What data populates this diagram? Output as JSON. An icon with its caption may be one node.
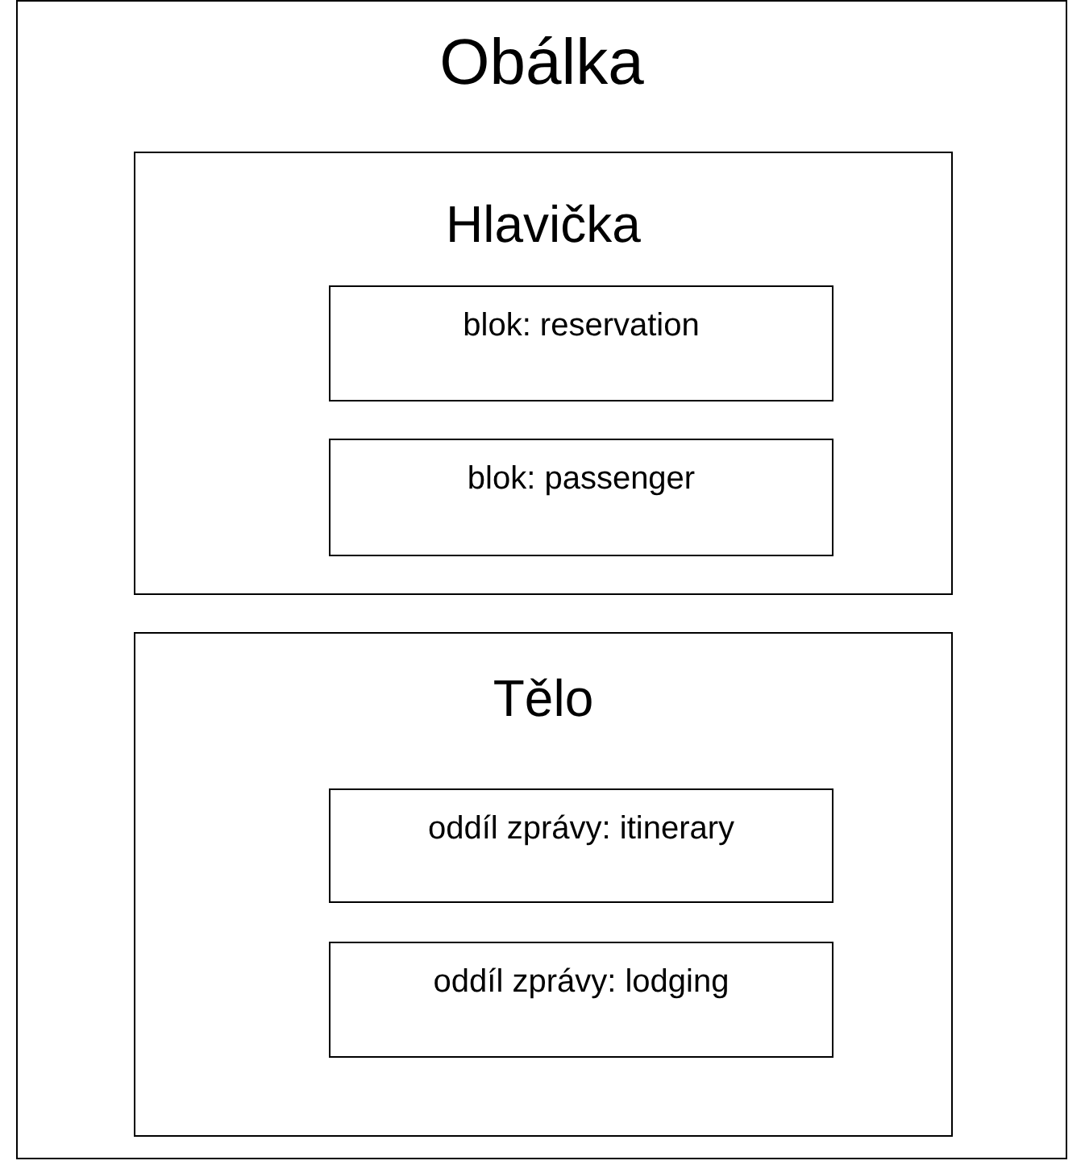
{
  "diagram": {
    "nodes": [
      {
        "text": [
          "Obálka"
        ]
      },
      {
        "text": [
          "Hlavička"
        ],
        "in": 0
      },
      {
        "text": [
          "blok: reservation"
        ],
        "in": 1
      },
      {
        "text": [
          "blok: passenger"
        ],
        "in": 1
      },
      {
        "text": [
          "Tělo"
        ],
        "in": 0
      },
      {
        "text": [
          "oddíl zprávy: itinerary"
        ],
        "in": 4
      },
      {
        "text": [
          "oddíl zprávy: lodging"
        ],
        "in": 4
      }
    ]
  }
}
